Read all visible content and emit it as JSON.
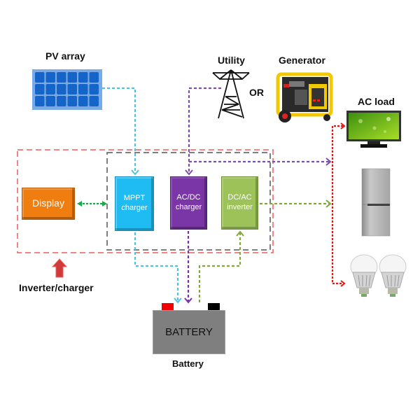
{
  "labels": {
    "pv_array": "PV array",
    "utility": "Utility",
    "or": "OR",
    "generator": "Generator",
    "ac_load": "AC load",
    "inverter_charger": "Inverter/charger",
    "battery_caption": "Battery"
  },
  "blocks": {
    "display": "Display",
    "mppt": [
      "MPPT",
      "charger"
    ],
    "acdc": [
      "AC/DC",
      "charger"
    ],
    "dcac": [
      "DC/AC",
      "inverter"
    ],
    "battery": "BATTERY"
  },
  "ac_loads": [
    "television",
    "refrigerator",
    "light bulbs"
  ],
  "connections": [
    {
      "from": "PV array",
      "to": "MPPT charger",
      "color": "#4fc3dd"
    },
    {
      "from": "Utility/Generator",
      "to": "AC/DC charger",
      "color": "#7b4fa6"
    },
    {
      "from": "Utility/Generator",
      "to": "AC load",
      "color": "#7b4fa6"
    },
    {
      "from": "Display",
      "to": "Charger/inverter group",
      "color": "#19a84a",
      "bidirectional": true
    },
    {
      "from": "MPPT charger",
      "to": "Battery",
      "color": "#4fc3dd"
    },
    {
      "from": "AC/DC charger",
      "to": "Battery",
      "color": "#7b2fa6"
    },
    {
      "from": "Battery",
      "to": "DC/AC inverter",
      "color": "#7fa83a"
    },
    {
      "from": "DC/AC inverter",
      "to": "AC load",
      "color": "#7fa83a"
    },
    {
      "from": "AC bus",
      "to": "AC loads",
      "color": "#f01010"
    }
  ],
  "colors": {
    "inverter_charger_frame": "#f05a5a",
    "inner_frame": "#555555",
    "arrow_up": "#d13a3a"
  }
}
